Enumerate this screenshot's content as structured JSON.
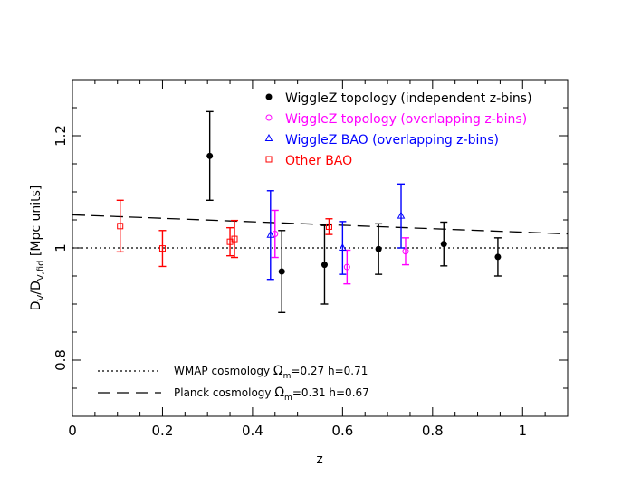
{
  "chart_data": {
    "type": "scatter",
    "xlabel": "z",
    "ylabel": "D_V/D_V,fid [Mpc units]",
    "ylabel_parts": {
      "main": "D",
      "sub1": "V",
      "slash": "/D",
      "sub2": "V,fid",
      "rest": " [Mpc units]"
    },
    "xlim": [
      0,
      1.1
    ],
    "ylim": [
      0.7,
      1.3
    ],
    "xticks": [
      0,
      0.2,
      0.4,
      0.6,
      0.8,
      1
    ],
    "xtick_labels": [
      "0",
      "0.2",
      "0.4",
      "0.6",
      "0.8",
      "1"
    ],
    "yticks": [
      0.8,
      1,
      1.2
    ],
    "ytick_labels": [
      "0.8",
      "1",
      "1.2"
    ],
    "grid": false,
    "legend_position": "top-right",
    "series": [
      {
        "name": "WiggleZ topology (independent z-bins)",
        "marker": "filled-circle",
        "color": "#000000",
        "points": [
          {
            "x": 0.305,
            "y": 1.164,
            "err": 0.079
          },
          {
            "x": 0.465,
            "y": 0.958,
            "err": 0.073
          },
          {
            "x": 0.56,
            "y": 0.97,
            "err": 0.07
          },
          {
            "x": 0.68,
            "y": 0.998,
            "err": 0.045
          },
          {
            "x": 0.825,
            "y": 1.007,
            "err": 0.039
          },
          {
            "x": 0.945,
            "y": 0.984,
            "err": 0.034
          }
        ]
      },
      {
        "name": "WiggleZ topology (overlapping z-bins)",
        "marker": "open-circle",
        "color": "#ff00ff",
        "points": [
          {
            "x": 0.45,
            "y": 1.025,
            "err": 0.042
          },
          {
            "x": 0.61,
            "y": 0.966,
            "err": 0.03
          },
          {
            "x": 0.74,
            "y": 0.994,
            "err": 0.024
          }
        ]
      },
      {
        "name": "WiggleZ BAO (overlapping z-bins)",
        "marker": "open-triangle",
        "color": "#0000ff",
        "points": [
          {
            "x": 0.44,
            "y": 1.023,
            "err": 0.079
          },
          {
            "x": 0.6,
            "y": 1.0,
            "err": 0.047
          },
          {
            "x": 0.73,
            "y": 1.057,
            "err": 0.057
          }
        ]
      },
      {
        "name": "Other BAO",
        "marker": "open-square",
        "color": "#ff0000",
        "points": [
          {
            "x": 0.106,
            "y": 1.039,
            "err": 0.046
          },
          {
            "x": 0.2,
            "y": 0.999,
            "err": 0.032
          },
          {
            "x": 0.35,
            "y": 1.011,
            "err": 0.025
          },
          {
            "x": 0.36,
            "y": 1.016,
            "err": 0.033
          },
          {
            "x": 0.57,
            "y": 1.038,
            "err": 0.014
          }
        ]
      }
    ],
    "lines": [
      {
        "name": "WMAP cosmology",
        "style": "dotted",
        "x": [
          0,
          1.1
        ],
        "y": [
          1.0,
          1.0
        ]
      },
      {
        "name": "Planck cosmology",
        "style": "dashed",
        "x": [
          0,
          1.1
        ],
        "y": [
          1.059,
          1.025
        ]
      }
    ],
    "annotations": [
      {
        "prefix": "WMAP cosmology ",
        "omega": "Ω",
        "sub": "m",
        "suffix": "=0.27 h=0.71"
      },
      {
        "prefix": "Planck cosmology ",
        "omega": "Ω",
        "sub": "m",
        "suffix": "=0.31 h=0.67"
      }
    ]
  }
}
